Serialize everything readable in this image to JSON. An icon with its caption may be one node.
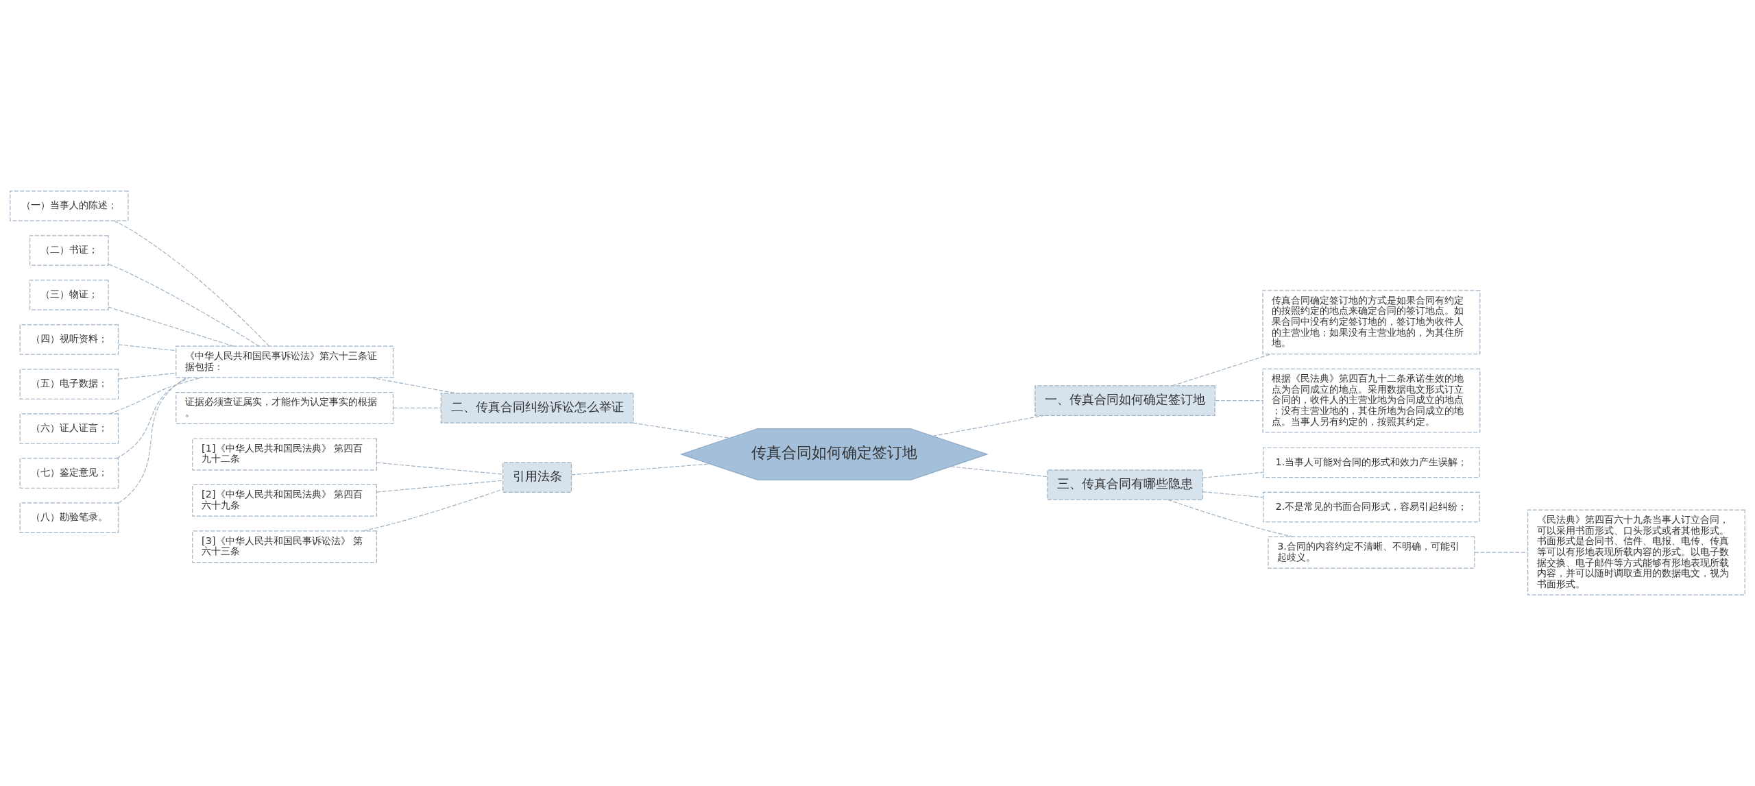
{
  "diagram": {
    "nodes": [
      {
        "text": [
          "传真合同如何确定签订地"
        ]
      },
      {
        "text": [
          "二、传真合同纠纷诉讼怎么举证"
        ]
      },
      {
        "text": [
          "《中华人民共和国民事诉讼法》第六十三条证据包括："
        ]
      },
      {
        "text": [
          "（一）当事人的陈述；"
        ]
      },
      {
        "text": [
          "（二）书证；"
        ]
      },
      {
        "text": [
          "（三）物证；"
        ]
      },
      {
        "text": [
          "（四）视听资料；"
        ]
      },
      {
        "text": [
          "（五）电子数据；"
        ]
      },
      {
        "text": [
          "（六）证人证言；"
        ]
      },
      {
        "text": [
          "（七）鉴定意见；"
        ]
      },
      {
        "text": [
          "（八）勘验笔录。"
        ]
      },
      {
        "text": [
          "证据必须查证属实，才能作为认定事实的根据。"
        ]
      },
      {
        "text": [
          "引用法条"
        ]
      },
      {
        "text": [
          "[1]《中华人民共和国民法典》 第四百九十二条"
        ]
      },
      {
        "text": [
          "[2]《中华人民共和国民法典》 第四百六十九条"
        ]
      },
      {
        "text": [
          "[3]《中华人民共和国民事诉讼法》 第六十三条"
        ]
      },
      {
        "text": [
          "一、传真合同如何确定签订地"
        ]
      },
      {
        "text": [
          "传真合同确定签订地的方式是如果合同有约定的按照约定的地点来确定合同的签订地点。如果合同中没有约定签订地的，签订地为收件人的主营业地；如果没有主营业地的，为其住所地。"
        ]
      },
      {
        "text": [
          "根据《民法典》第四百九十二条承诺生效的地点为合同成立的地点。采用数据电文形式订立合同的，收件人的主营业地为合同成立的地点；没有主营业地的，其住所地为合同成立的地点。当事人另有约定的，按照其约定。"
        ]
      },
      {
        "text": [
          "三、传真合同有哪些隐患"
        ]
      },
      {
        "text": [
          "1.当事人可能对合同的形式和效力产生误解；"
        ]
      },
      {
        "text": [
          "2.不是常见的书面合同形式，容易引起纠纷；"
        ]
      },
      {
        "text": [
          "3.合同的内容约定不清晰、不明确，可能引起歧义。"
        ]
      },
      {
        "text": [
          "《民法典》第四百六十九条当事人订立合同，可以采用书面形式、口头形式或者其他形式。书面形式是合同书、信件、电报、电传、传真等可以有形地表现所载内容的形式。以电子数据交换、电子邮件等方式能够有形地表现所载内容，并可以随时调取查用的数据电文，视为书面形式。"
        ]
      }
    ],
    "edges": [
      {
        "from": 0,
        "to": 1,
        "arrow": "none",
        "style": "dashed"
      },
      {
        "from": 1,
        "to": 2,
        "arrow": "none",
        "style": "dashed"
      },
      {
        "from": 2,
        "to": 3,
        "arrow": "none",
        "style": "dashed"
      },
      {
        "from": 2,
        "to": 4,
        "arrow": "none",
        "style": "dashed"
      },
      {
        "from": 2,
        "to": 5,
        "arrow": "none",
        "style": "dashed"
      },
      {
        "from": 2,
        "to": 6,
        "arrow": "none",
        "style": "dashed"
      },
      {
        "from": 2,
        "to": 7,
        "arrow": "none",
        "style": "dashed"
      },
      {
        "from": 2,
        "to": 8,
        "arrow": "none",
        "style": "dashed"
      },
      {
        "from": 2,
        "to": 9,
        "arrow": "none",
        "style": "dashed"
      },
      {
        "from": 2,
        "to": 10,
        "arrow": "none",
        "style": "dashed"
      },
      {
        "from": 1,
        "to": 11,
        "arrow": "none",
        "style": "dashed"
      },
      {
        "from": 0,
        "to": 12,
        "arrow": "none",
        "style": "dashed"
      },
      {
        "from": 12,
        "to": 13,
        "arrow": "none",
        "style": "dashed"
      },
      {
        "from": 12,
        "to": 14,
        "arrow": "none",
        "style": "dashed"
      },
      {
        "from": 12,
        "to": 15,
        "arrow": "none",
        "style": "dashed"
      },
      {
        "from": 0,
        "to": 16,
        "arrow": "none",
        "style": "dashed"
      },
      {
        "from": 16,
        "to": 17,
        "arrow": "none",
        "style": "dashed"
      },
      {
        "from": 16,
        "to": 18,
        "arrow": "none",
        "style": "dashed"
      },
      {
        "from": 0,
        "to": 19,
        "arrow": "none",
        "style": "dashed"
      },
      {
        "from": 19,
        "to": 20,
        "arrow": "none",
        "style": "dashed"
      },
      {
        "from": 19,
        "to": 21,
        "arrow": "none",
        "style": "dashed"
      },
      {
        "from": 19,
        "to": 22,
        "arrow": "none",
        "style": "dashed"
      },
      {
        "from": 22,
        "to": 23,
        "arrow": "none",
        "style": "dashed"
      }
    ]
  }
}
